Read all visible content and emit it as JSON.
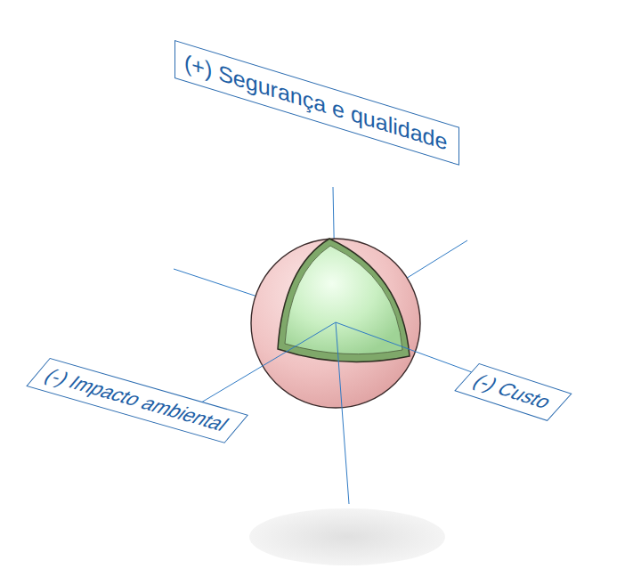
{
  "diagram": {
    "nodes": [
      {
        "text": [
          "(+) Segurança e qualidade"
        ]
      },
      {
        "text": [
          "(-) Impacto ambiental"
        ]
      },
      {
        "text": [
          "(-) Custo"
        ]
      }
    ]
  }
}
